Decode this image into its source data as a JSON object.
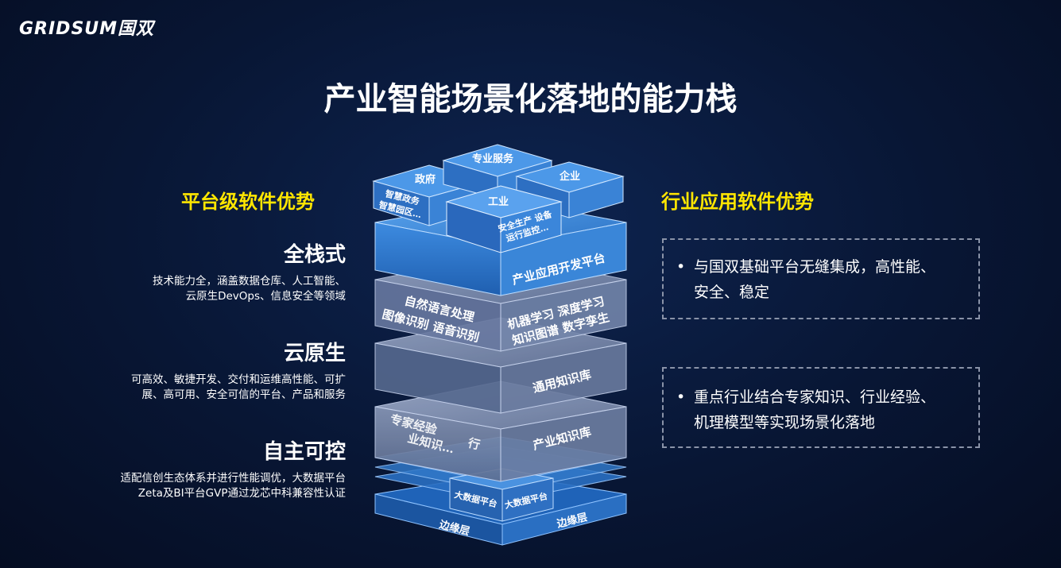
{
  "brand": {
    "logo_text": "GRIDSUM国双"
  },
  "title": "产业智能场景化落地的能力栈",
  "left": {
    "heading": "平台级软件优势",
    "features": [
      {
        "title": "全栈式",
        "desc_lines": [
          "技术能力全，涵盖数据仓库、人工智能、",
          "云原生DevOps、信息安全等领域"
        ]
      },
      {
        "title": "云原生",
        "desc_lines": [
          "可高效、敏捷开发、交付和运维高性能、可扩",
          "展、高可用、安全可信的平台、产品和服务"
        ]
      },
      {
        "title": "自主可控",
        "desc_lines": [
          "适配信创生态体系并进行性能调优，大数据平台",
          "Zeta及BI平台GVP通过龙芯中科兼容性认证"
        ]
      }
    ]
  },
  "right": {
    "heading": "行业应用软件优势",
    "boxes": [
      {
        "bullet": "•",
        "lines": [
          "与国双基础平台无缝集成，高性能、",
          "安全、稳定"
        ]
      },
      {
        "bullet": "•",
        "lines": [
          "重点行业结合专家知识、行业经验、",
          "机理模型等实现场景化落地"
        ]
      }
    ]
  },
  "stack": {
    "top_blocks": {
      "zhuanye": "专业服务",
      "zhengfu": "政府",
      "zhengfu_sub": [
        "智慧政务",
        "智慧园区…"
      ],
      "qiye": "企业",
      "gongye": "工业",
      "gongye_sub": [
        "安全生产 设备",
        "运行监控…"
      ]
    },
    "layer_app": "产业应用开发平台",
    "layer_ai_left": [
      "自然语言处理",
      "图像识别  语音识别"
    ],
    "layer_ai_right": [
      "机器学习  深度学习",
      "知识图谱  数字孪生"
    ],
    "layer_kb": "通用知识库",
    "layer_ind_left": [
      "专家经验",
      "业知识…",
      "行"
    ],
    "layer_ind_right": "产业知识库",
    "bigdata_left": "大数据平台",
    "bigdata_right": "大数据平台",
    "edge_left": "边缘层",
    "edge_right": "边缘层"
  },
  "colors": {
    "accent_yellow": "#ffe600",
    "background": "#081634",
    "layer_blue": "#2f78c8",
    "layer_gray": "#7b89a8"
  }
}
